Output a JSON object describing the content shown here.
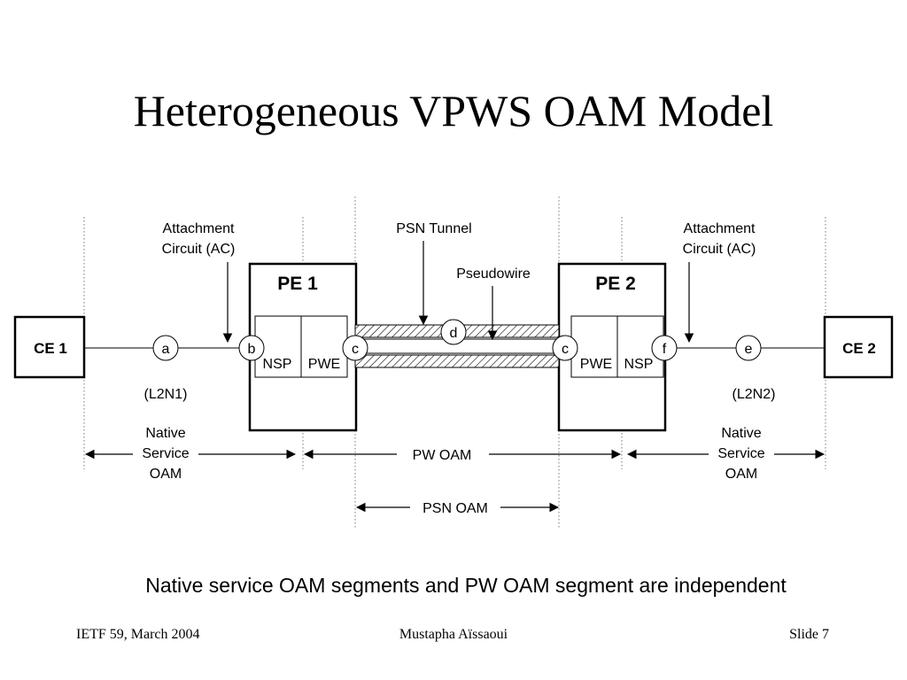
{
  "slide": {
    "title": "Heterogeneous VPWS OAM Model",
    "subtitle": "Native service OAM segments and PW OAM segment are independent",
    "footer": {
      "left": "IETF 59, March 2004",
      "center": "Mustapha Aïssaoui",
      "right": "Slide 7"
    }
  },
  "diagram": {
    "ce1": "CE 1",
    "ce2": "CE 2",
    "pe1": "PE 1",
    "pe2": "PE 2",
    "ac_left": [
      "Attachment",
      "Circuit (AC)"
    ],
    "ac_right": [
      "Attachment",
      "Circuit (AC)"
    ],
    "psn_tunnel": "PSN Tunnel",
    "pseudowire": "Pseudowire",
    "nsp": "NSP",
    "pwe": "PWE",
    "points": {
      "a": "a",
      "b": "b",
      "c1": "c",
      "d": "d",
      "c2": "c",
      "f": "f",
      "e": "e"
    },
    "l2n1": "(L2N1)",
    "l2n2": "(L2N2)",
    "native_left": [
      "Native",
      "Service",
      "OAM"
    ],
    "native_right": [
      "Native",
      "Service",
      "OAM"
    ],
    "pw_oam": "PW OAM",
    "psn_oam": "PSN OAM"
  }
}
